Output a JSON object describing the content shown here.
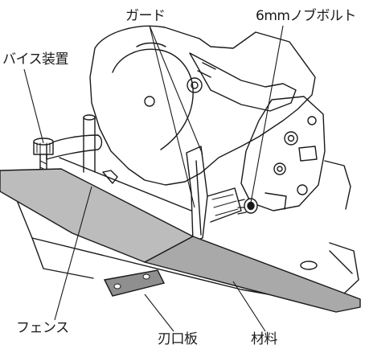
{
  "labels": {
    "vise": "バイス装置",
    "guard": "ガード",
    "bolt": "6mmノブボルト",
    "fence": "フェンス",
    "kerf_plate": "刃口板",
    "material": "材料"
  },
  "colors": {
    "line": "#1a1a1a",
    "fence_fill": "#bcbcbc",
    "material_fill": "#a9a9a9",
    "background": "#ffffff"
  }
}
